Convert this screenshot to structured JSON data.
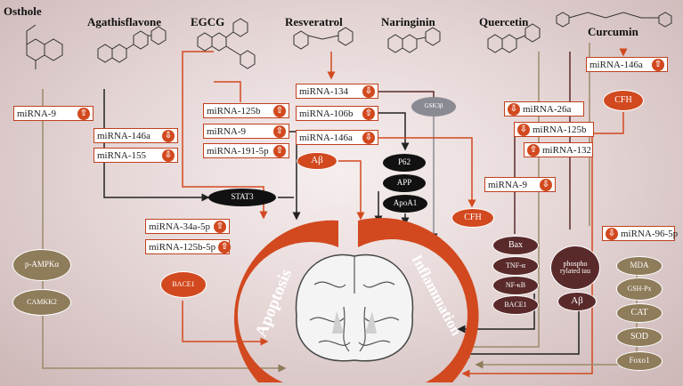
{
  "compounds": [
    "Osthole",
    "Agathisflavone",
    "EGCG",
    "Resveratrol",
    "Naringinin",
    "Quercetin",
    "Curcumin"
  ],
  "mirnas": {
    "mir9_osthole": {
      "label": "miRNA-9",
      "dir": "up"
    },
    "mir146a_agath": {
      "label": "miRNA-146a",
      "dir": "down"
    },
    "mir155_agath": {
      "label": "miRNA-155",
      "dir": "down"
    },
    "mir125b_egcg": {
      "label": "miRNA-125b",
      "dir": "up"
    },
    "mir9_egcg": {
      "label": "miRNA-9",
      "dir": "up"
    },
    "mir191_egcg": {
      "label": "miRNA-191-5p",
      "dir": "up"
    },
    "mir134_resv": {
      "label": "miRNA-134",
      "dir": "down"
    },
    "mir106b_resv": {
      "label": "miRNA-106b",
      "dir": "up"
    },
    "mir146a_resv": {
      "label": "miRNA-146a",
      "dir": "down"
    },
    "mir34a": {
      "label": "miRNA-34a-5p",
      "dir": "up"
    },
    "mir125b5p": {
      "label": "miRNA-125b-5p",
      "dir": "up"
    },
    "mir26a_querc": {
      "label": "miRNA-26a",
      "dir": "down"
    },
    "mir125b_querc": {
      "label": "miRNA-125b",
      "dir": "down"
    },
    "mir132_querc": {
      "label": "miRNA-132",
      "dir": "up"
    },
    "mir9_querc": {
      "label": "miRNA-9",
      "dir": "down"
    },
    "mir146a_curc": {
      "label": "miRNA-146a",
      "dir": "up"
    },
    "mir96_curc": {
      "label": "miRNA-96-5p",
      "dir": "down"
    }
  },
  "nodes": {
    "gsk3b": "GSK3β",
    "abeta1": "Aβ",
    "p62": "P62",
    "app": "APP",
    "apoa1": "ApoA1",
    "stat3": "STAT3",
    "cfh1": "CFH",
    "cfh2": "CFH",
    "bace1_left": "BACE1",
    "pampk": "p-AMPKα",
    "camkk2": "CAMKK2",
    "bax": "Bax",
    "tnfa": "TNF-α",
    "nfkb": "NF-κB",
    "bace1_right": "BACE1",
    "ptau": "phospho rylated tau",
    "abeta2": "Aβ",
    "mda": "MDA",
    "gshpx": "GSH-Px",
    "cat": "CAT",
    "sod": "SOD",
    "foxo1": "Foxo1"
  },
  "arcs": {
    "left": "Apoptosis",
    "right": "Inflammation"
  },
  "colors": {
    "accent": "#d2491f",
    "black": "#111111",
    "maroon": "#5a2a2a",
    "tan": "#8e7c5a",
    "gray": "#8a8a93",
    "line_tan": "#9c8a6a",
    "line_dark": "#222222"
  }
}
